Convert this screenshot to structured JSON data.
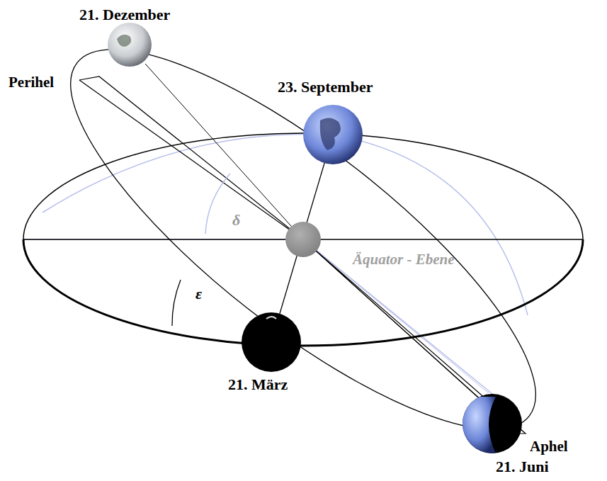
{
  "diagram": {
    "labels": [
      "21. Dezember",
      "Perihel",
      "23. September",
      "δ",
      "Äquator - Ebene",
      "ε",
      "21. März",
      "Aphel",
      "21. Juni"
    ]
  }
}
